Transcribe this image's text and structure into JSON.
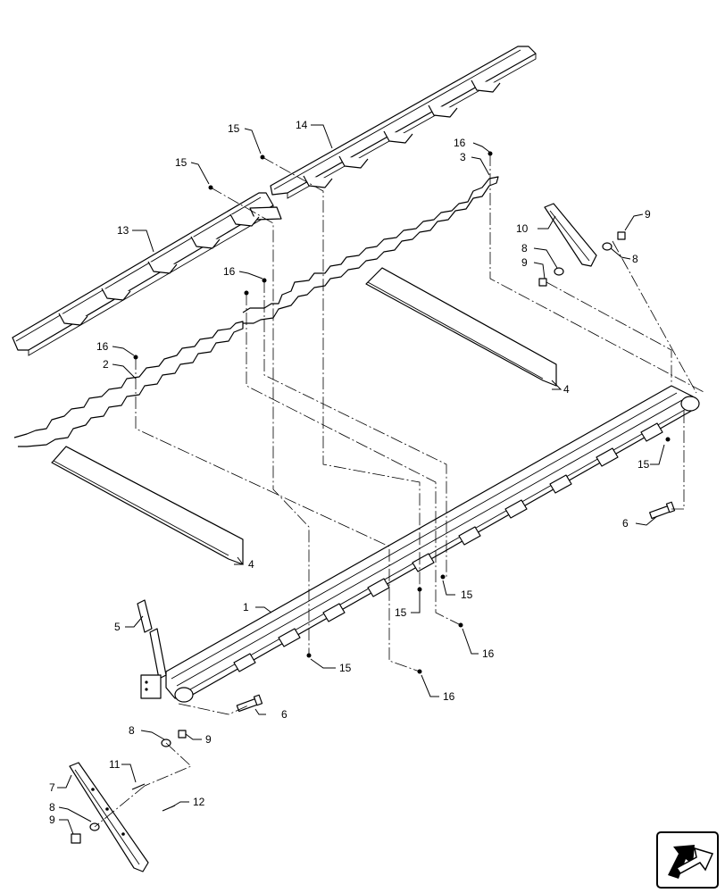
{
  "callouts": {
    "c1": "1",
    "c2": "2",
    "c3": "3",
    "c4a": "4",
    "c4b": "4",
    "c5": "5",
    "c6a": "6",
    "c6b": "6",
    "c7": "7",
    "c8a": "8",
    "c8b": "8",
    "c8c": "8",
    "c8d": "8",
    "c9a": "9",
    "c9b": "9",
    "c9c": "9",
    "c9d": "9",
    "c10": "10",
    "c11": "11",
    "c12": "12",
    "c13": "13",
    "c14": "14",
    "c15a": "15",
    "c15b": "15",
    "c15c": "15",
    "c15d": "15",
    "c15e": "15",
    "c15f": "15",
    "c16a": "16",
    "c16b": "16",
    "c16c": "16",
    "c16d": "16",
    "c16e": "16"
  },
  "icons": {
    "nav": "view-direction-arrow-icon"
  }
}
